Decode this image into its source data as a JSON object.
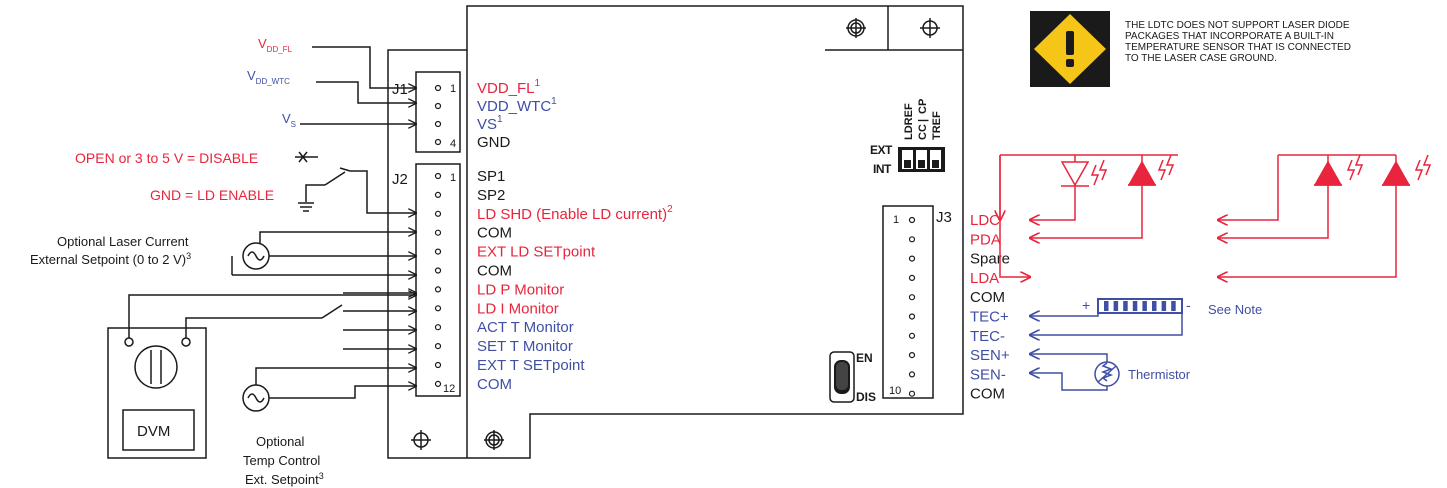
{
  "colors": {
    "red": "#e8253d",
    "blue": "#3f4fa3",
    "black": "#1a1a1a",
    "warning": "#f5c518"
  },
  "warning": {
    "icon": "warning-diamond-icon",
    "lines": [
      "THE LDTC DOES NOT SUPPORT LASER DIODE",
      "PACKAGES THAT INCORPORATE A BUILT-IN",
      "TEMPERATURE SENSOR THAT IS CONNECTED",
      "TO THE LASER CASE GROUND."
    ]
  },
  "supplies": {
    "vdd_fl": {
      "main": "V",
      "sub": "DD_FL"
    },
    "vdd_wtc": {
      "main": "V",
      "sub": "DD_WTC"
    },
    "vs": {
      "main": "V",
      "sub": "S"
    }
  },
  "left_labels": {
    "disable": "OPEN or 3 to 5 V = DISABLE",
    "enable": "GND = LD ENABLE",
    "laser_setpoint_line1": "Optional Laser Current",
    "laser_setpoint_line2": "External Setpoint (0 to 2 V)",
    "laser_setpoint_note": "3",
    "dvm": "DVM",
    "temp_line1": "Optional",
    "temp_line2": "Temp Control",
    "temp_line3": "Ext. Setpoint",
    "temp_note": "3"
  },
  "connectors": {
    "j1": {
      "name": "J1",
      "pin_first": "1",
      "pin_last": "4"
    },
    "j2": {
      "name": "J2",
      "pin_first": "1",
      "pin_last": "12"
    },
    "j3": {
      "name": "J3",
      "pin_first": "1",
      "pin_last": "10"
    }
  },
  "j1_pins": [
    {
      "label": "VDD_FL",
      "sup": "1",
      "color": "red"
    },
    {
      "label": "VDD_WTC",
      "sup": "1",
      "color": "blue"
    },
    {
      "label": "VS",
      "sup": "1",
      "color": "blue"
    },
    {
      "label": "GND",
      "sup": "",
      "color": "black"
    }
  ],
  "j2_pins": [
    {
      "label": "SP1",
      "sup": "",
      "color": "black"
    },
    {
      "label": "SP2",
      "sup": "",
      "color": "black"
    },
    {
      "label": "LD SHD (Enable LD current)",
      "sup": "2",
      "color": "red"
    },
    {
      "label": "COM",
      "sup": "",
      "color": "black"
    },
    {
      "label": "EXT LD SETpoint",
      "sup": "",
      "color": "red"
    },
    {
      "label": "COM",
      "sup": "",
      "color": "black"
    },
    {
      "label": "LD P Monitor",
      "sup": "",
      "color": "red"
    },
    {
      "label": "LD I Monitor",
      "sup": "",
      "color": "red"
    },
    {
      "label": "ACT T Monitor",
      "sup": "",
      "color": "blue"
    },
    {
      "label": "SET T Monitor",
      "sup": "",
      "color": "blue"
    },
    {
      "label": "EXT T SETpoint",
      "sup": "",
      "color": "blue"
    },
    {
      "label": "COM",
      "sup": "",
      "color": "blue"
    }
  ],
  "j3_pins": [
    {
      "label": "LDC",
      "color": "red"
    },
    {
      "label": "PDA",
      "color": "red"
    },
    {
      "label": "Spare",
      "color": "black"
    },
    {
      "label": "LDA",
      "color": "red"
    },
    {
      "label": "COM",
      "color": "black"
    },
    {
      "label": "TEC+",
      "color": "blue"
    },
    {
      "label": "TEC-",
      "color": "blue"
    },
    {
      "label": "SEN+",
      "color": "blue"
    },
    {
      "label": "SEN-",
      "color": "blue"
    },
    {
      "label": "COM",
      "color": "black"
    }
  ],
  "switches": {
    "ext": "EXT",
    "int": "INT",
    "ldref": "LDREF",
    "cc": "CC",
    "sep": "|",
    "cp": "CP",
    "tref": "TREF",
    "en": "EN",
    "dis": "DIS"
  },
  "load": {
    "tec_plus": "+",
    "tec_minus": "-",
    "see_note": "See Note",
    "thermistor": "Thermistor"
  }
}
